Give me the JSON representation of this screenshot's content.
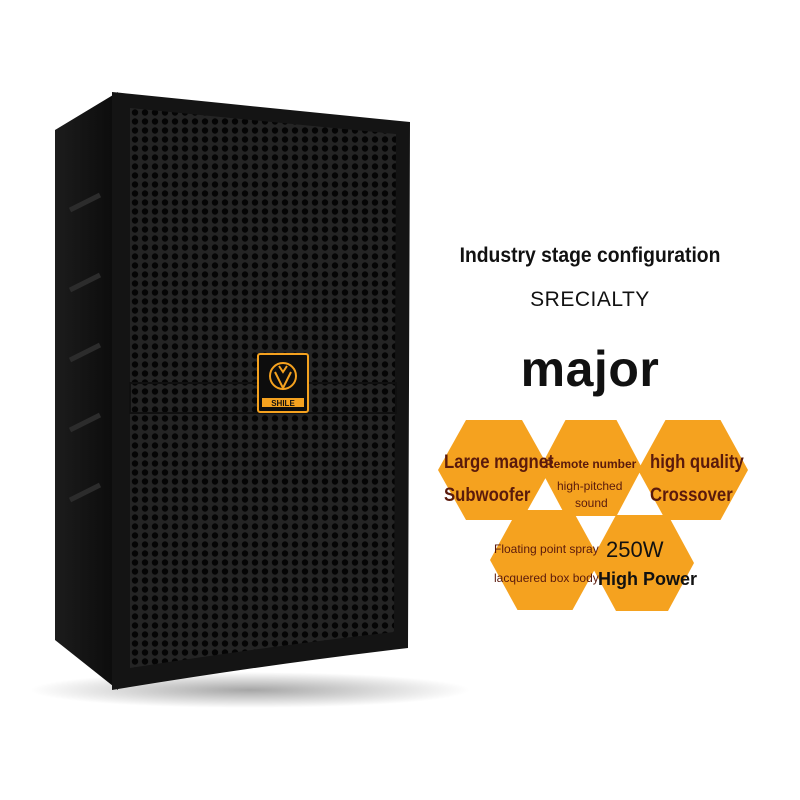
{
  "product": {
    "brand": "SHILE",
    "headline": "Industry stage configuration",
    "subheadline": "SRECIALTY",
    "tagline": "major"
  },
  "features": [
    {
      "line1": "Large magnet",
      "line2": "Subwoofer"
    },
    {
      "line1": "Remote number",
      "line2": "high-pitched",
      "line3": "sound"
    },
    {
      "line1": "high quality",
      "line2": "Crossover"
    },
    {
      "line1": "Floating point spray",
      "line2": "lacquered box body"
    },
    {
      "line1": "250W",
      "line2": "High Power"
    }
  ],
  "colors": {
    "accent": "#f5a21f",
    "cabinet": "#151515",
    "feature_text": "#5a1a0c"
  },
  "icons": {
    "logo": "lion-head-logo"
  }
}
